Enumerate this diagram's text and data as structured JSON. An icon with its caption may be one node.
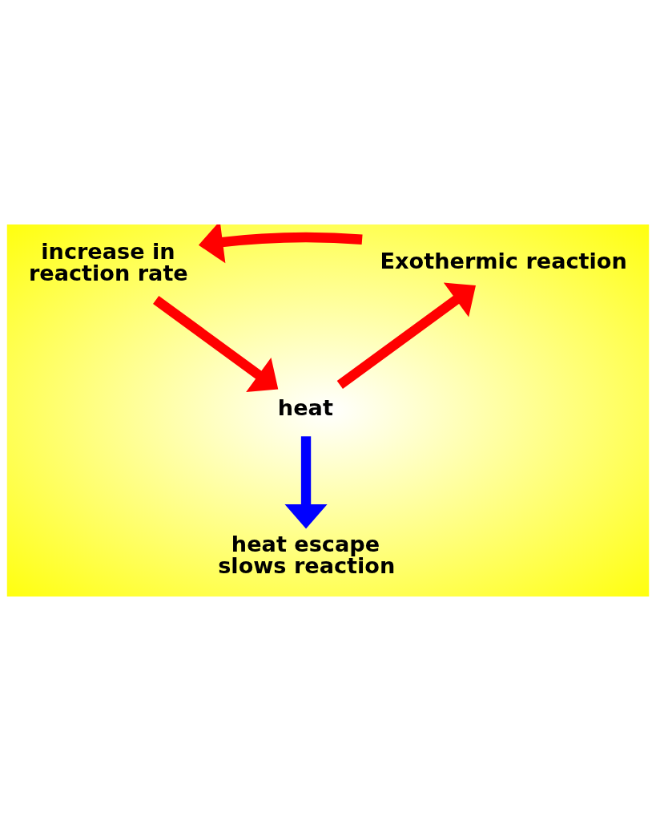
{
  "diagram": {
    "nodes": [
      {
        "text": [
          "increase in reaction rate"
        ]
      },
      {
        "text": [
          "Exothermic reaction"
        ]
      },
      {
        "text": [
          "heat"
        ]
      },
      {
        "text": [
          "heat escape slows reaction"
        ]
      }
    ],
    "edges": [
      {
        "from": 1,
        "to": 0,
        "arrow": "to"
      },
      {
        "from": 0,
        "to": 2,
        "arrow": "to"
      },
      {
        "from": 2,
        "to": 1,
        "arrow": "to"
      },
      {
        "from": 2,
        "to": 3,
        "arrow": "to",
        "color": "#0000ff"
      }
    ]
  }
}
